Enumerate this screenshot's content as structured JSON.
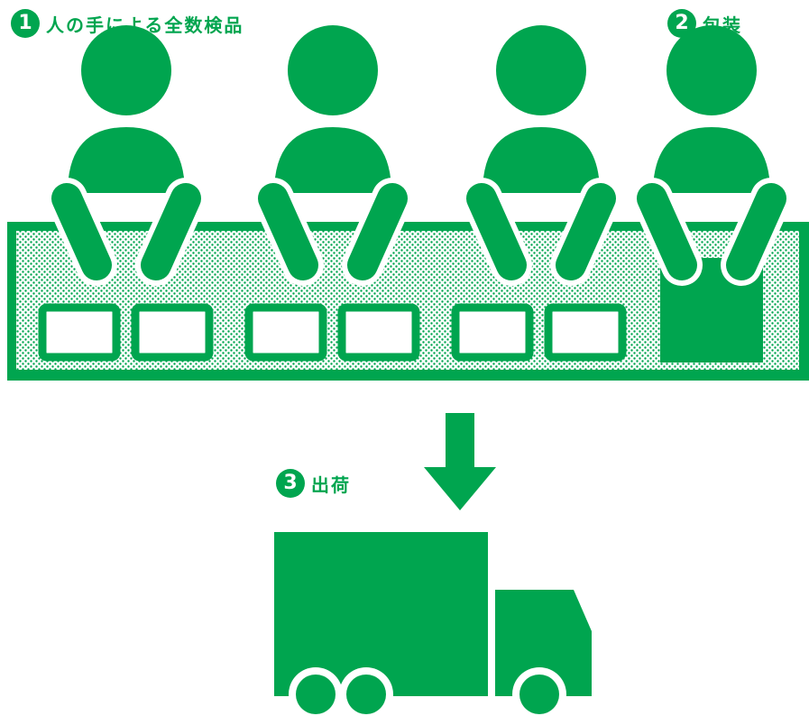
{
  "steps": [
    {
      "number": "1",
      "label": "人の手による全数検品"
    },
    {
      "number": "2",
      "label": "包装"
    },
    {
      "number": "3",
      "label": "出荷"
    }
  ],
  "colors": {
    "accent": "#00a54f",
    "background": "#ffffff"
  },
  "icons": [
    "worker-icon",
    "product-box-icon",
    "package-icon",
    "down-arrow-icon",
    "truck-icon"
  ]
}
